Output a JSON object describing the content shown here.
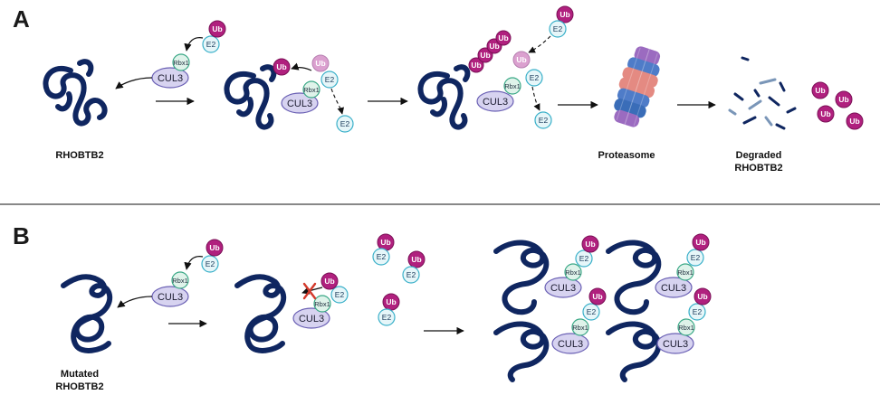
{
  "panels": {
    "a": {
      "letter": "A"
    },
    "b": {
      "letter": "B"
    }
  },
  "labels": {
    "ub": "Ub",
    "e2": "E2",
    "rbx1": "Rbx1",
    "cul3": "CUL3"
  },
  "captions": {
    "rhobtb2": "RHOBTB2",
    "proteasome": "Proteasome",
    "degraded_line1": "Degraded",
    "degraded_line2": "RHOBTB2",
    "mutated_line1": "Mutated",
    "mutated_line2": "RHOBTB2"
  },
  "colors": {
    "ubiquitin": "#b0207e",
    "e2": "#3ab0c9",
    "rbx1": "#3aa886",
    "cul3": "#6a60b4",
    "protein": "#0f2660",
    "proteasome_purple": "#9b6bc0",
    "proteasome_salmon": "#e48a82",
    "proteasome_blue": "#3a6db8"
  }
}
